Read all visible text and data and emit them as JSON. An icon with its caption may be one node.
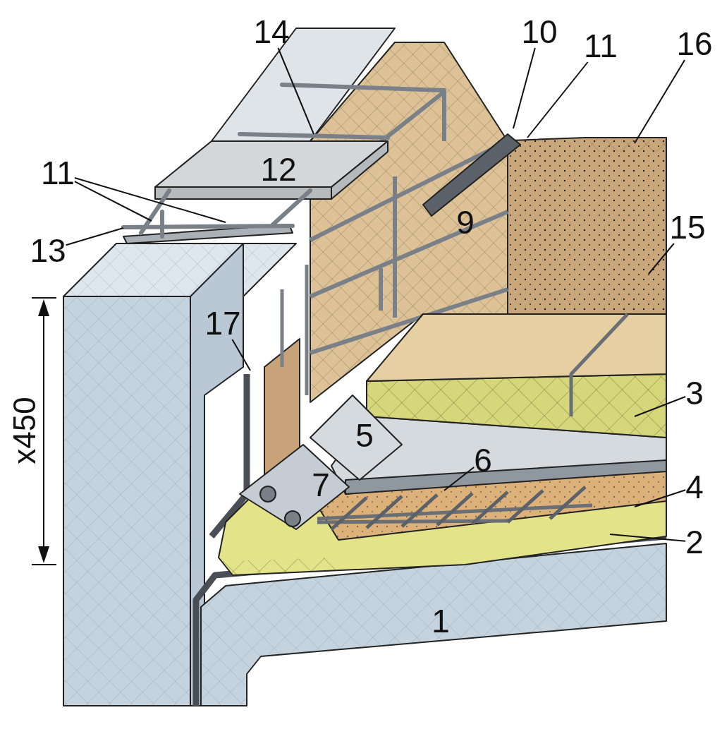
{
  "diagram": {
    "nodes": [
      {
        "text": [
          "14"
        ]
      },
      {
        "text": [
          "10"
        ]
      },
      {
        "text": [
          "11"
        ]
      },
      {
        "text": [
          "16"
        ]
      },
      {
        "text": [
          "11"
        ]
      },
      {
        "text": [
          "13"
        ]
      },
      {
        "text": [
          "15"
        ]
      },
      {
        "text": [
          "17"
        ]
      },
      {
        "text": [
          "3"
        ]
      },
      {
        "text": [
          "6"
        ]
      },
      {
        "text": [
          "4"
        ]
      },
      {
        "text": [
          "2"
        ]
      }
    ],
    "edges": [
      {
        "from": 0,
        "to": null,
        "arrow": "none"
      },
      {
        "from": 1,
        "to": null,
        "arrow": "none"
      },
      {
        "from": 2,
        "to": null,
        "arrow": "none"
      },
      {
        "from": 3,
        "to": null,
        "arrow": "none"
      },
      {
        "from": 4,
        "to": null,
        "arrow": "none"
      },
      {
        "from": 4,
        "to": null,
        "arrow": "none"
      },
      {
        "from": 5,
        "to": null,
        "arrow": "none"
      },
      {
        "from": 6,
        "to": null,
        "arrow": "none"
      },
      {
        "from": 7,
        "to": null,
        "arrow": "none"
      },
      {
        "from": 8,
        "to": null,
        "arrow": "none"
      },
      {
        "from": 9,
        "to": null,
        "arrow": "none"
      },
      {
        "from": 10,
        "to": null,
        "arrow": "none"
      },
      {
        "from": 11,
        "to": null,
        "arrow": "none"
      }
    ],
    "labels": [
      "12",
      "9",
      "x450",
      "5",
      "7",
      "1"
    ]
  }
}
